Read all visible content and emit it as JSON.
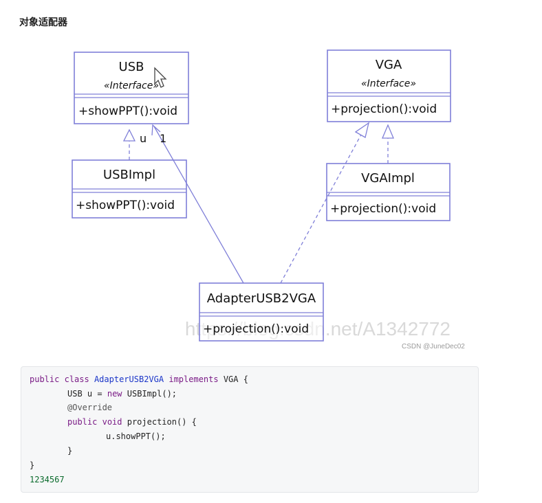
{
  "heading": "对象适配器",
  "diagram": {
    "usb": {
      "name": "USB",
      "stereotype": "«Interface»",
      "operation": "+showPPT():void"
    },
    "vga": {
      "name": "VGA",
      "stereotype": "«Interface»",
      "operation": "+projection():void"
    },
    "usbimpl": {
      "name": "USBImpl",
      "operation": "+showPPT():void"
    },
    "vgaimpl": {
      "name": "VGAImpl",
      "operation": "+projection():void"
    },
    "adapter": {
      "name": "AdapterUSB2VGA",
      "operation": "+projection():void"
    },
    "association": {
      "role": "u",
      "multiplicity": "1"
    },
    "watermark": "https://blog.csdn.net/A1342772"
  },
  "credit": "CSDN @JuneDec02",
  "code": {
    "line1": {
      "kw1": "public",
      "kw2": "class",
      "cls": "AdapterUSB2VGA",
      "kw3": "implements",
      "iface": "VGA",
      "brace": "{"
    },
    "line2": {
      "type": "USB",
      "var": "u",
      "op": "=",
      "kw": "new",
      "call": "USBImpl();"
    },
    "line3": {
      "ann": "@Override"
    },
    "line4": {
      "kw1": "public",
      "kw2": "void",
      "method": "projection()",
      "brace": "{"
    },
    "line5": {
      "call": "u.showPPT();"
    },
    "line6": {
      "brace": "}"
    },
    "line7": {
      "brace": "}"
    },
    "line_numbers": "1234567"
  }
}
